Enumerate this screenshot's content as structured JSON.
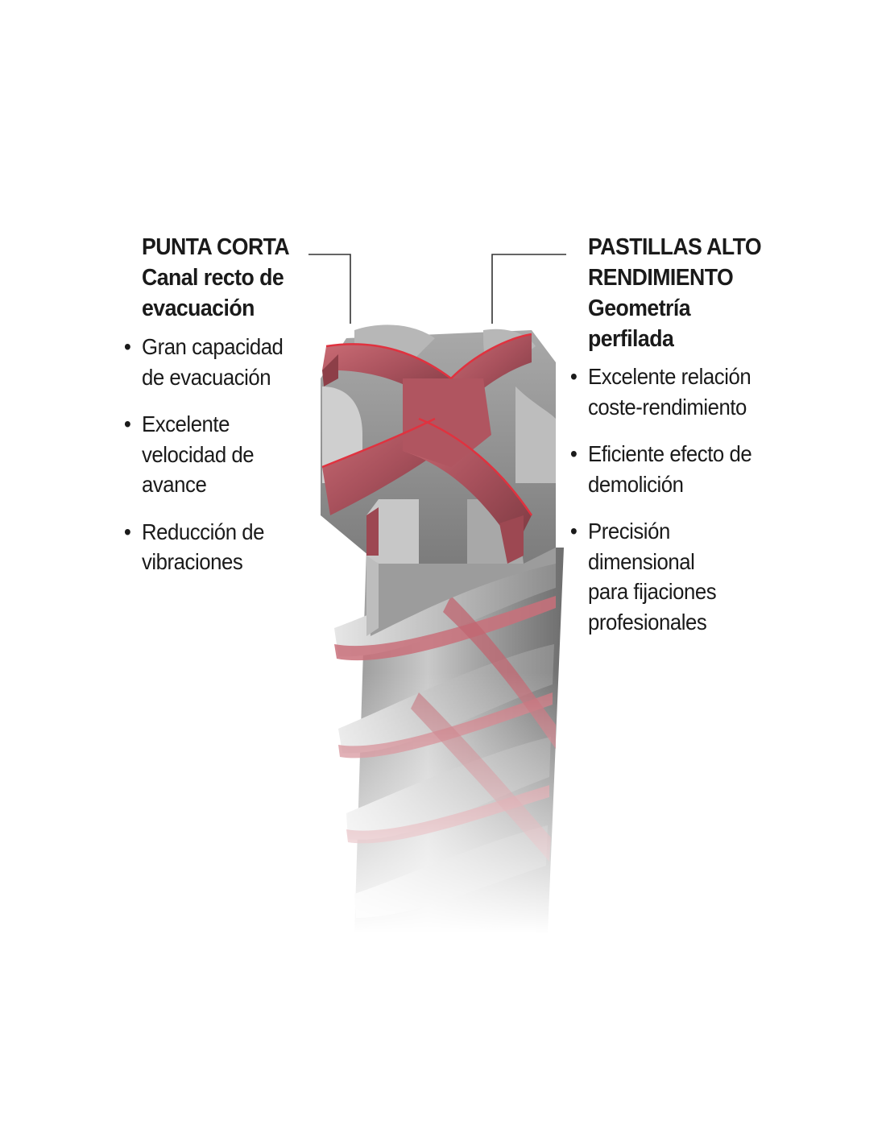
{
  "left_callout": {
    "heading": [
      "PUNTA CORTA",
      "Canal recto de",
      "evacuación"
    ],
    "bullets": [
      [
        "Gran capacidad",
        "de evacuación"
      ],
      [
        "Excelente",
        "velocidad de",
        "avance"
      ],
      [
        "Reducción de",
        "vibraciones"
      ]
    ]
  },
  "right_callout": {
    "heading": [
      "PASTILLAS ALTO",
      "RENDIMIENTO",
      "Geometría",
      "perfilada"
    ],
    "bullets": [
      [
        "Excelente relación",
        "coste-rendimiento"
      ],
      [
        "Eficiente efecto de",
        "demolición"
      ],
      [
        "Precisión",
        "dimensional",
        "para fijaciones",
        "profesionales"
      ]
    ]
  },
  "bullet_symbol": "•",
  "colors": {
    "carbide_red": "#b05560",
    "steel_gray": "#8a8a8a",
    "text": "#1a1a1a",
    "leader_line": "#333333"
  }
}
